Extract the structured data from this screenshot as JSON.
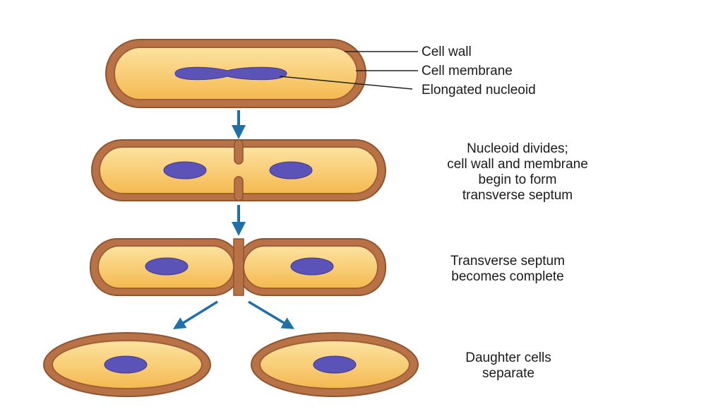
{
  "colors": {
    "wall": "#b87245",
    "wall_dark": "#8e5530",
    "cytoplasm": "#f6c262",
    "cytoplasm_light": "#fde3a0",
    "nucleoid": "#5b53b8",
    "nucleoid_light": "#8a84dc",
    "arrow": "#1f6fa8",
    "leader_line": "#222222"
  },
  "labels": {
    "cell_wall": "Cell wall",
    "cell_membrane": "Cell membrane",
    "elongated_nucleoid": "Elongated nucleoid",
    "stage2": [
      "Nucleoid divides;",
      "cell wall and membrane",
      "begin to form",
      "transverse septum"
    ],
    "stage3": [
      "Transverse septum",
      "becomes complete"
    ],
    "stage4": [
      "Daughter cells",
      "separate"
    ]
  }
}
